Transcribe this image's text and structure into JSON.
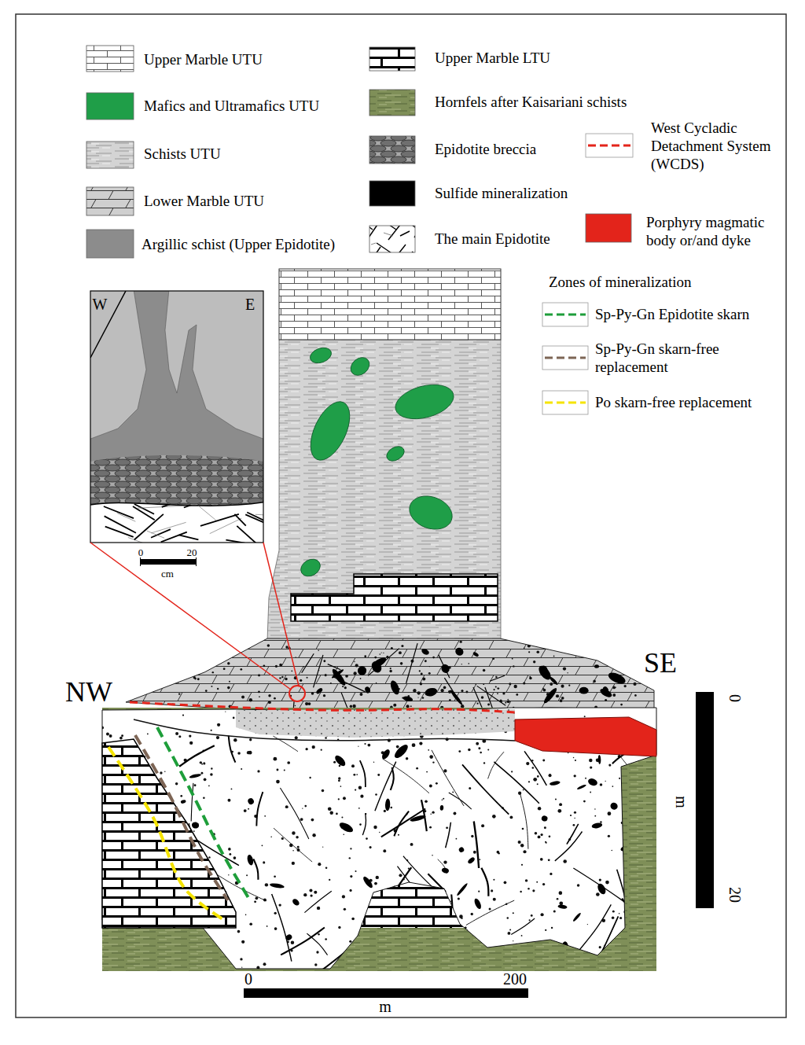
{
  "diagram": {
    "labels": [
      "Zones of mineralization",
      "W",
      "E",
      "0",
      "20",
      "cm",
      "NW",
      "SE",
      "0",
      "m",
      "20",
      "0",
      "200",
      "m"
    ],
    "legend": [
      {
        "text": "Upper Marble UTU"
      },
      {
        "text": "Upper Marble LTU"
      },
      {
        "text": "Mafics and Ultramafics UTU",
        "color": "#1f9e48"
      },
      {
        "text": "Hornfels after Kaisariani schists"
      },
      {
        "text": "Schists UTU"
      },
      {
        "text": "Epidotite breccia"
      },
      {
        "text": "West Cycladic Detachment System (WCDS)"
      },
      {
        "text": "Lower Marble UTU"
      },
      {
        "text": "Sulfide mineralization",
        "color": "#000000"
      },
      {
        "text": "Argillic schist (Upper Epidotite)",
        "color": "#8c8c8c"
      },
      {
        "text": "The main Epidotite"
      },
      {
        "text": "Porphyry magmatic body or/and dyke",
        "color": "#e3241b"
      },
      {
        "text": "Sp-Py-Gn Epidotite skarn"
      },
      {
        "text": "Sp-Py-Gn skarn-free replacement"
      },
      {
        "text": "Po skarn-free replacement"
      }
    ]
  }
}
